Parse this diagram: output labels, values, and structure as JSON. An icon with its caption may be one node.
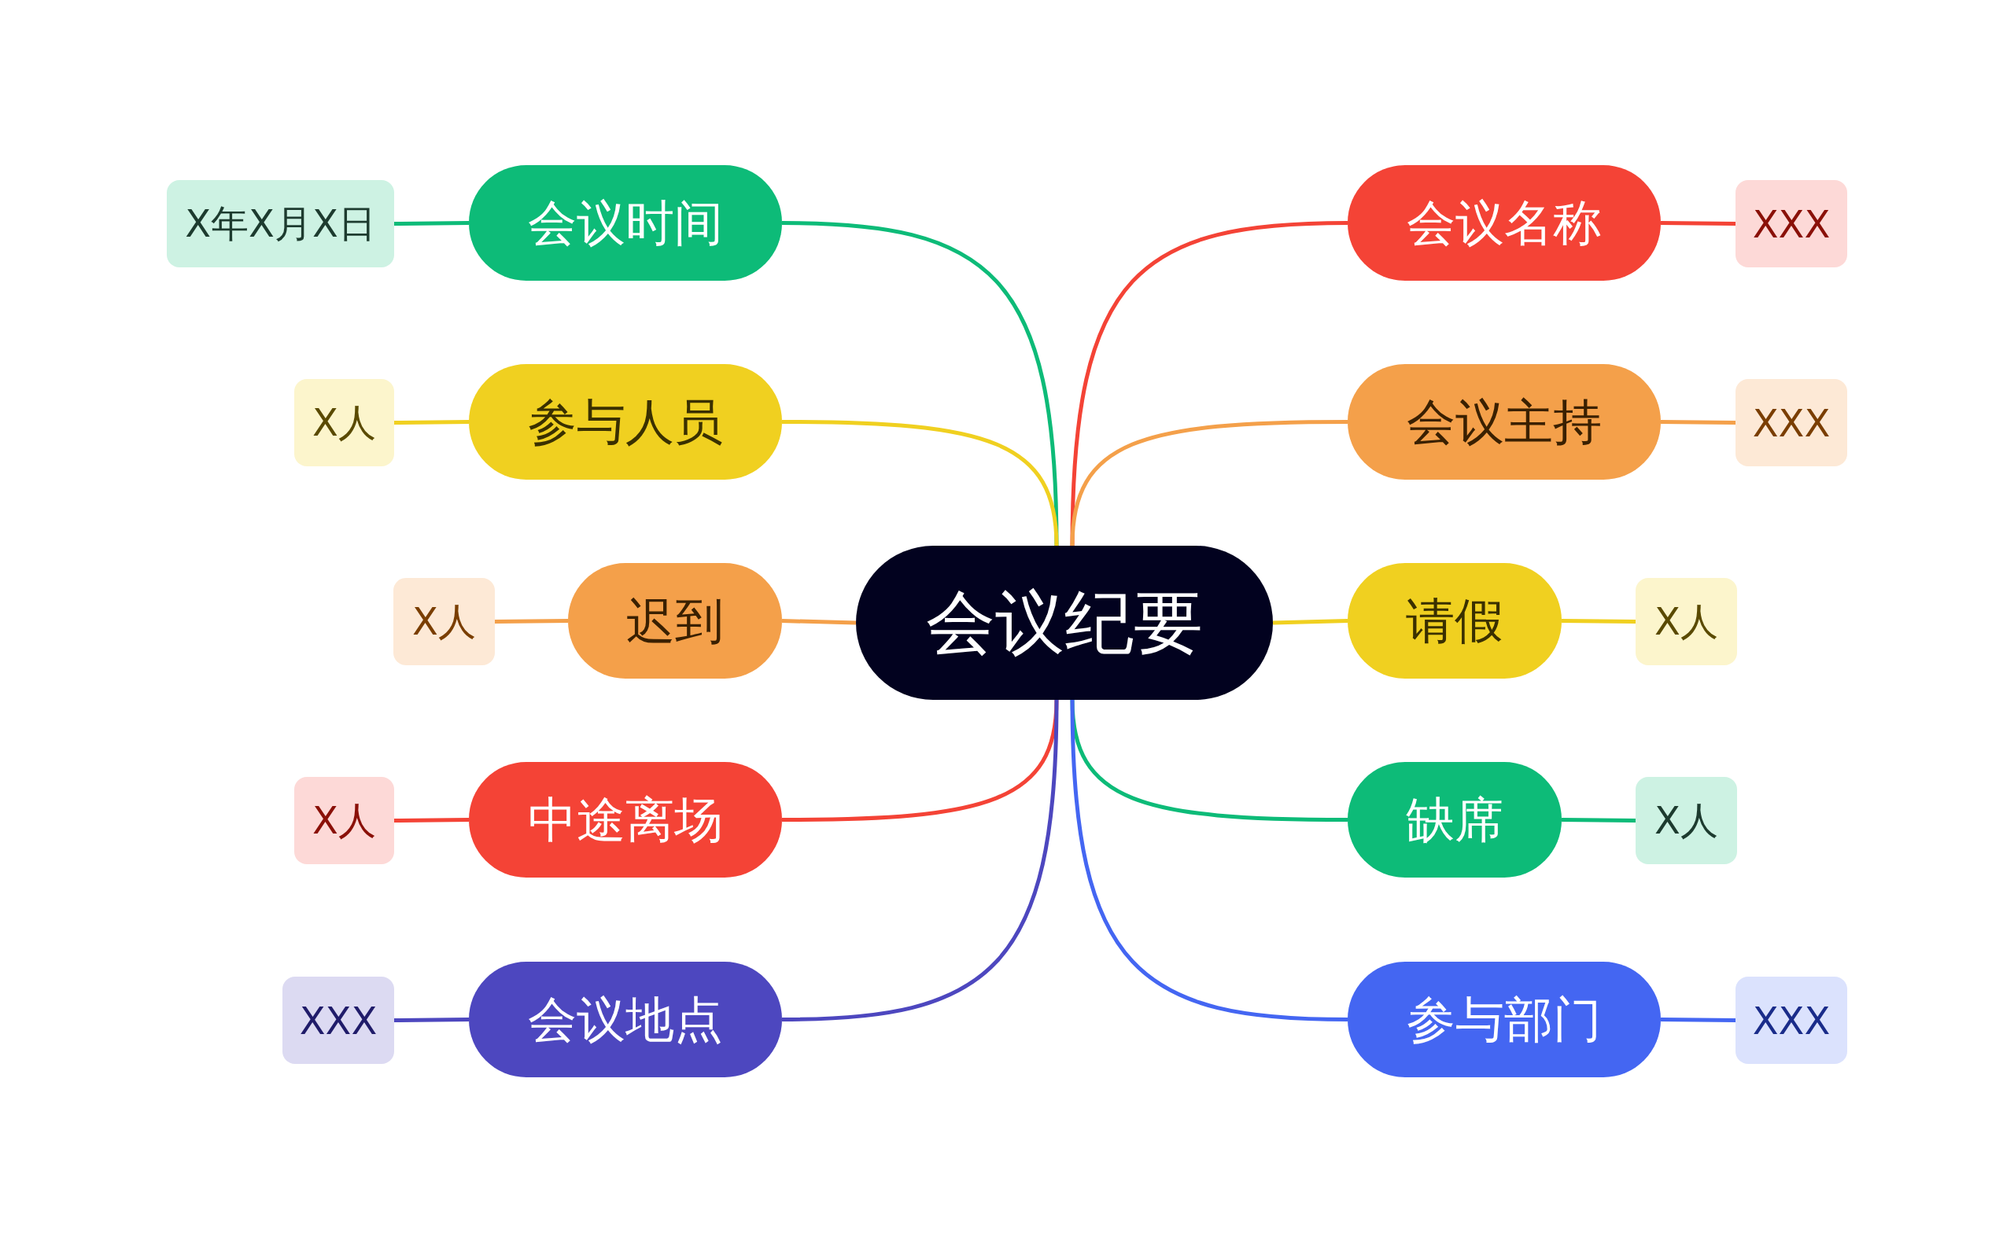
{
  "diagram": {
    "nodes": [
      {
        "text": [
          "会议纪要"
        ]
      },
      {
        "text": [
          "会议时间"
        ]
      },
      {
        "text": [
          "X年X月X日"
        ]
      },
      {
        "text": [
          "参与人员"
        ]
      },
      {
        "text": [
          "X人"
        ]
      },
      {
        "text": [
          "迟到"
        ]
      },
      {
        "text": [
          "X人"
        ]
      },
      {
        "text": [
          "中途离场"
        ]
      },
      {
        "text": [
          "X人"
        ]
      },
      {
        "text": [
          "会议地点"
        ]
      },
      {
        "text": [
          "XXX"
        ]
      },
      {
        "text": [
          "会议名称"
        ]
      },
      {
        "text": [
          "XXX"
        ]
      },
      {
        "text": [
          "会议主持"
        ]
      },
      {
        "text": [
          "XXX"
        ]
      },
      {
        "text": [
          "请假"
        ]
      },
      {
        "text": [
          "X人"
        ]
      },
      {
        "text": [
          "缺席"
        ]
      },
      {
        "text": [
          "X人"
        ]
      },
      {
        "text": [
          "参与部门"
        ]
      },
      {
        "text": [
          "XXX"
        ]
      }
    ],
    "edges": [
      {
        "from": 0,
        "to": 1,
        "arrow": "none",
        "color": "#0dbb78"
      },
      {
        "from": 1,
        "to": 2,
        "arrow": "none",
        "color": "#0dbb78"
      },
      {
        "from": 0,
        "to": 3,
        "arrow": "none",
        "color": "#f0d020"
      },
      {
        "from": 3,
        "to": 4,
        "arrow": "none",
        "color": "#f0d020"
      },
      {
        "from": 0,
        "to": 5,
        "arrow": "none",
        "color": "#f4a04a"
      },
      {
        "from": 5,
        "to": 6,
        "arrow": "none",
        "color": "#f4a04a"
      },
      {
        "from": 0,
        "to": 7,
        "arrow": "none",
        "color": "#f44336"
      },
      {
        "from": 7,
        "to": 8,
        "arrow": "none",
        "color": "#f44336"
      },
      {
        "from": 0,
        "to": 9,
        "arrow": "none",
        "color": "#4d47bf"
      },
      {
        "from": 9,
        "to": 10,
        "arrow": "none",
        "color": "#4d47bf"
      },
      {
        "from": 0,
        "to": 11,
        "arrow": "none",
        "color": "#f44336"
      },
      {
        "from": 11,
        "to": 12,
        "arrow": "none",
        "color": "#f44336"
      },
      {
        "from": 0,
        "to": 13,
        "arrow": "none",
        "color": "#f4a04a"
      },
      {
        "from": 13,
        "to": 14,
        "arrow": "none",
        "color": "#f4a04a"
      },
      {
        "from": 0,
        "to": 15,
        "arrow": "none",
        "color": "#f0d020"
      },
      {
        "from": 15,
        "to": 16,
        "arrow": "none",
        "color": "#f0d020"
      },
      {
        "from": 0,
        "to": 17,
        "arrow": "none",
        "color": "#0dbb78"
      },
      {
        "from": 17,
        "to": 18,
        "arrow": "none",
        "color": "#0dbb78"
      },
      {
        "from": 0,
        "to": 19,
        "arrow": "none",
        "color": "#4466f2"
      },
      {
        "from": 19,
        "to": 20,
        "arrow": "none",
        "color": "#4466f2"
      }
    ]
  }
}
